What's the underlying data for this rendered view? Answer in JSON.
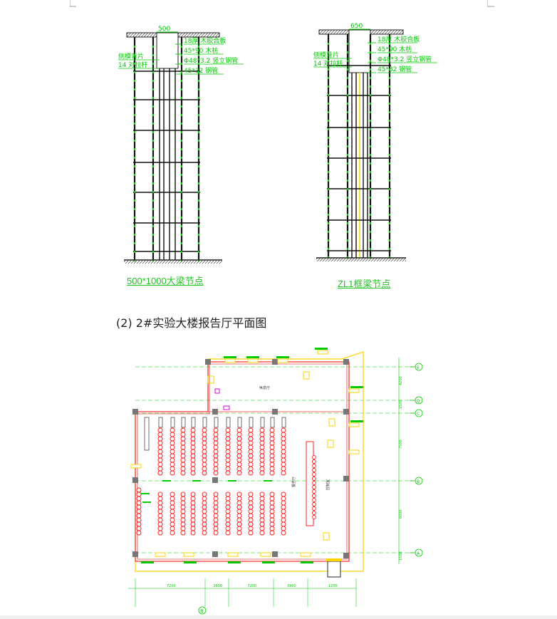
{
  "page": {
    "heading": "(2)  2#实验大楼报告厅平面图"
  },
  "detail_left": {
    "caption": "500*1000大梁节点",
    "dim": "500",
    "labels_right": [
      "18厚 木胶合板",
      "45*90 木枋",
      "Φ48*3.2 竖立钢管",
      "45*32 钢管"
    ],
    "labels_left": [
      "侧模背片",
      "14 对拉杆"
    ]
  },
  "detail_right": {
    "caption": "ZL1框梁节点",
    "dim": "650",
    "labels_right": [
      "18厚 木胶合板",
      "45*90 木枋",
      "Φ48*3.2 竖立钢管",
      "45*32 钢管"
    ],
    "labels_left": [
      "侧模背片",
      "14 对拉杆"
    ]
  },
  "plan": {
    "room_main": "报告厅",
    "room_top": "休息厅",
    "room_side": "控制室",
    "axis_right": [
      "E",
      "D",
      "C",
      "B",
      "A"
    ],
    "axis_bottom": "8",
    "dims_right": [
      "4200",
      "1500",
      "7500",
      "6000",
      "1500"
    ],
    "dims_bottom": [
      "7200",
      "3600",
      "7200",
      "3900",
      "1200"
    ],
    "colors": {
      "line": "#00cc00",
      "seat": "#ff2020",
      "wall": "#ff3030",
      "yellow": "#ffd400",
      "column": "#777777",
      "magenta": "#e000e0"
    }
  }
}
